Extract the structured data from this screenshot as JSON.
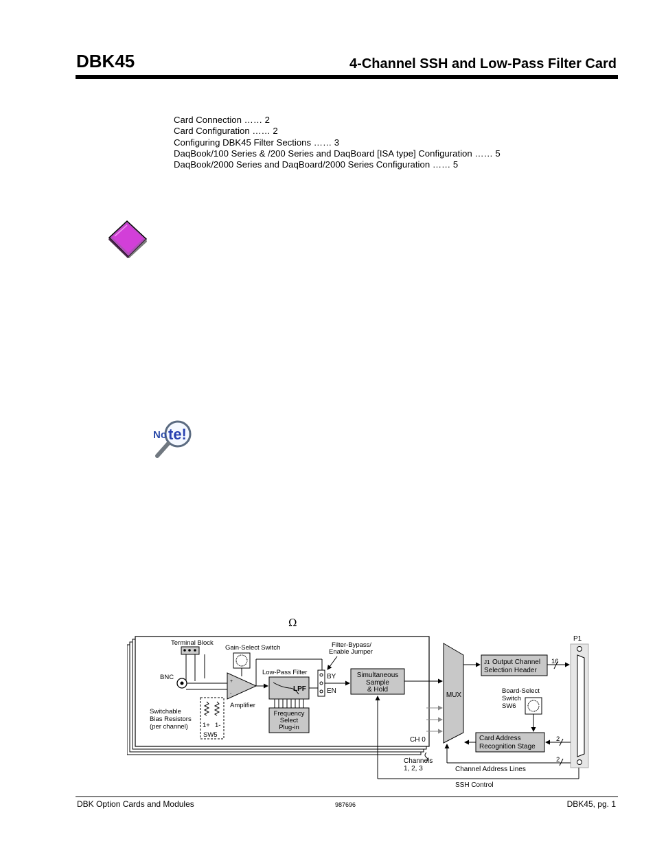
{
  "header": {
    "product": "DBK45",
    "title": "4-Channel SSH and Low-Pass Filter Card"
  },
  "toc": [
    "Card Connection …… 2",
    "Card Configuration …… 2",
    "Configuring DBK45 Filter Sections …… 3",
    "DaqBook/100 Series & /200 Series and DaqBoard [ISA type] Configuration …… 5",
    "DaqBook/2000 Series and DaqBoard/2000 Series Configuration …… 5"
  ],
  "icons": {
    "book": "reference-book-icon",
    "note": "note-magnifier-icon",
    "note_text": "Note!"
  },
  "omega": "Ω",
  "diagram": {
    "terminal_block": "Terminal Block",
    "gain_select": "Gain-Select Switch",
    "filter_bypass_1": "Filter-Bypass/",
    "filter_bypass_2": "Enable Jumper",
    "bnc": "BNC",
    "low_pass_filter": "Low-Pass Filter",
    "lpf": "LPF",
    "by": "BY",
    "en": "EN",
    "ssh_1": "Simultaneous",
    "ssh_2": "Sample",
    "ssh_3": "& Hold",
    "amplifier": "Amplifier",
    "switchable_1": "Switchable",
    "switchable_2": "Bias Resistors",
    "switchable_3": "(per channel)",
    "freq_1": "Frequency",
    "freq_2": "Select",
    "freq_3": "Plug-in",
    "sw5_1": "1+",
    "sw5_2": "1-",
    "sw5_3": "SW5",
    "ch0": "CH 0",
    "mux": "MUX",
    "j1_prefix": "J1",
    "j1_1": "Output Channel",
    "j1_2": "Selection Header",
    "sixteen": "16",
    "p1": "P1",
    "board_select_1": "Board-Select",
    "board_select_2": "Switch",
    "board_select_3": "SW6",
    "card_addr_1": "Card Address",
    "card_addr_2": "Recognition Stage",
    "two_a": "2",
    "two_b": "2",
    "channels_1": "Channels",
    "channels_2": "1, 2, 3",
    "channel_address_lines": "Channel Address Lines",
    "ssh_control": "SSH Control"
  },
  "footer": {
    "left": "DBK Option Cards and Modules",
    "center": "987696",
    "right": "DBK45, pg.  1"
  }
}
